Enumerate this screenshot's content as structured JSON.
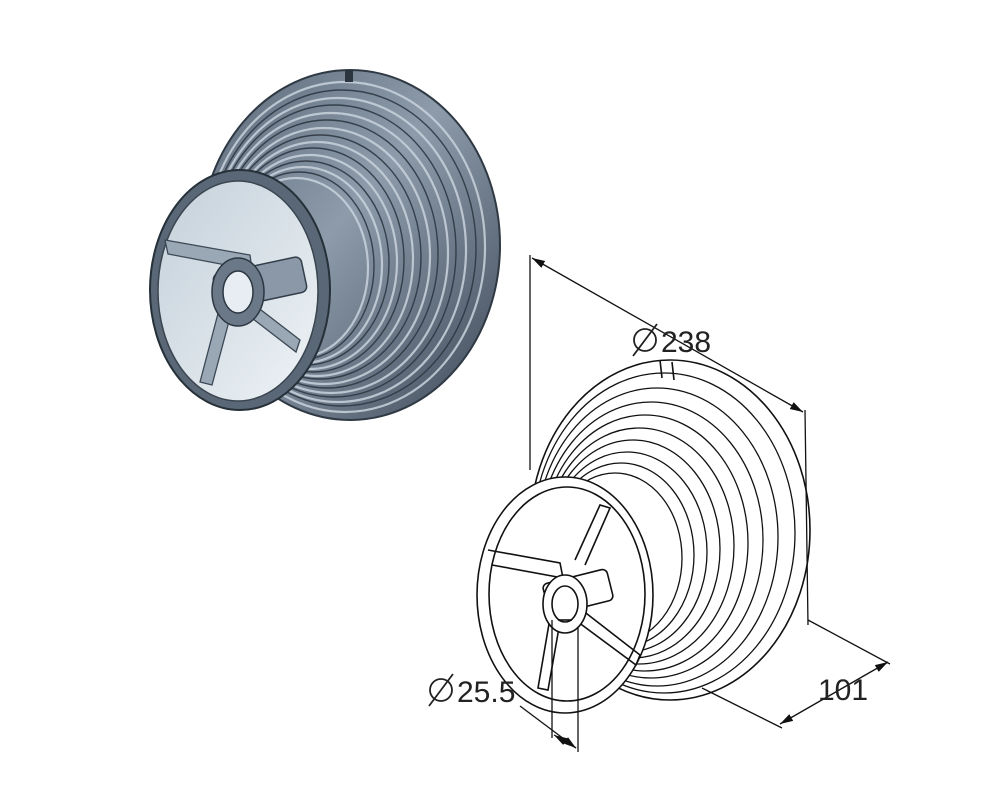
{
  "dimensions": {
    "outer_diameter": {
      "value": "238"
    },
    "bore_diameter": {
      "value": "25.5"
    },
    "width": {
      "value": "101"
    }
  },
  "colors": {
    "render_dark": "#3f4b59",
    "render_mid": "#7d8c9c",
    "render_light": "#dfe6ec",
    "line": "#111111"
  },
  "icons": {
    "diameter_symbol": "diameter-icon"
  }
}
